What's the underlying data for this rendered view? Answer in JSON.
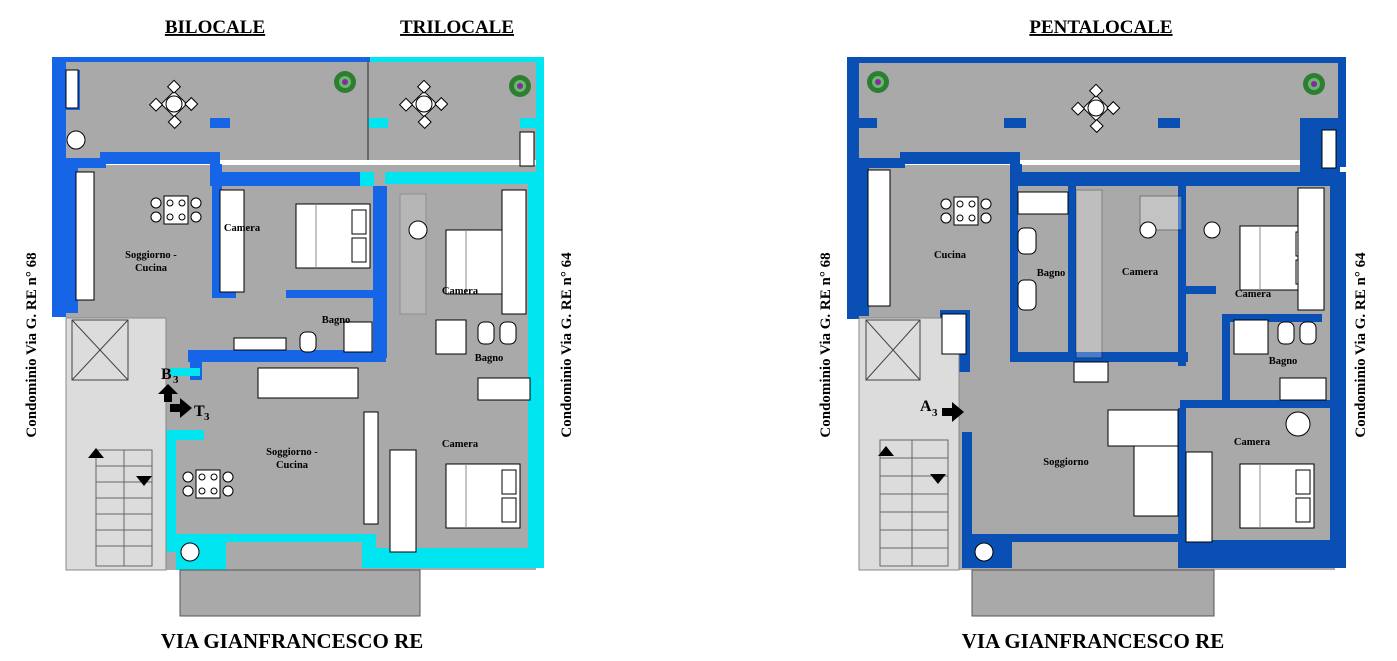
{
  "titles": {
    "bilocale": "BILOCALE",
    "trilocale": "TRILOCALE",
    "pentalocale": "PENTALOCALE"
  },
  "street": "VIA GIANFRANCESCO RE",
  "neighbors": {
    "left": "Condominio Via G. RE n° 68",
    "right": "Condominio Via G. RE n° 64"
  },
  "rooms": {
    "camera": "Camera",
    "bagno": "Bagno",
    "soggiorno_cucina": "Soggiorno -",
    "soggiorno_cucina_2": "Cucina",
    "cucina": "Cucina",
    "soggiorno": "Soggiorno"
  },
  "entrances": {
    "b": "B",
    "t": "T",
    "a": "A",
    "num": "3"
  },
  "colors": {
    "bilocale": "#1565e6",
    "trilocale": "#00e5f0",
    "pentalocale": "#0a50b4",
    "floor": "#a9a9a9",
    "stair": "#dcdcdc"
  }
}
